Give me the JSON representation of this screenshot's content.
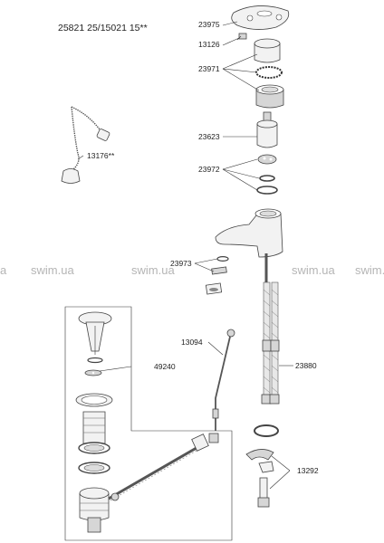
{
  "title": "25821 25/15021 15**",
  "watermarks": [
    "a",
    "swim.ua",
    "swim.ua",
    "swim.ua",
    "swim.ua"
  ],
  "callouts": {
    "p23975": "23975",
    "p13126": "13126",
    "p23971": "23971",
    "p13176": "13176**",
    "p23623": "23623",
    "p23972": "23972",
    "p23973": "23973",
    "p13094": "13094",
    "p49240": "49240",
    "p23880": "23880",
    "p13292": "13292"
  },
  "colors": {
    "line": "#333333",
    "part_light": "#f2f2f2",
    "part_dark": "#d6d6d6",
    "watermark": "#b5b5b5"
  }
}
